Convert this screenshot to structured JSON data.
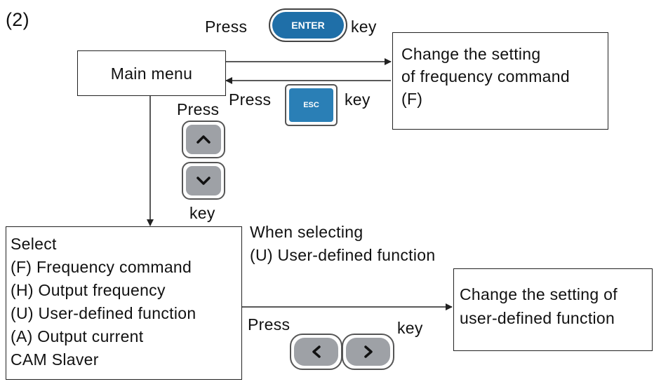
{
  "step_label": "(2)",
  "enter_press": {
    "press": "Press",
    "key_text": "ENTER",
    "key": "key"
  },
  "main_menu": "Main menu",
  "change_frequency_box": [
    "Change the setting",
    "of frequency command",
    "(F)"
  ],
  "esc_press": {
    "press": "Press",
    "key_text": "ESC",
    "key": "key"
  },
  "updown_press": {
    "press": "Press",
    "key": "key"
  },
  "select_box": [
    "Select",
    "(F) Frequency command",
    "(H) Output frequency",
    "(U) User-defined function",
    "(A) Output current",
    "CAM Slaver"
  ],
  "when_selecting": [
    "When selecting",
    "(U) User-defined function"
  ],
  "change_user_box": [
    "Change the setting of",
    "user-defined function"
  ],
  "leftright_press": {
    "press": "Press",
    "key": "key"
  },
  "colors": {
    "key_blue": "#1f6fa8",
    "key_gray": "#9ea1a6",
    "line": "#222222"
  },
  "icons": [
    "enter-key-icon",
    "esc-key-icon",
    "up-arrow-icon",
    "down-arrow-icon",
    "left-arrow-icon",
    "right-arrow-icon"
  ]
}
